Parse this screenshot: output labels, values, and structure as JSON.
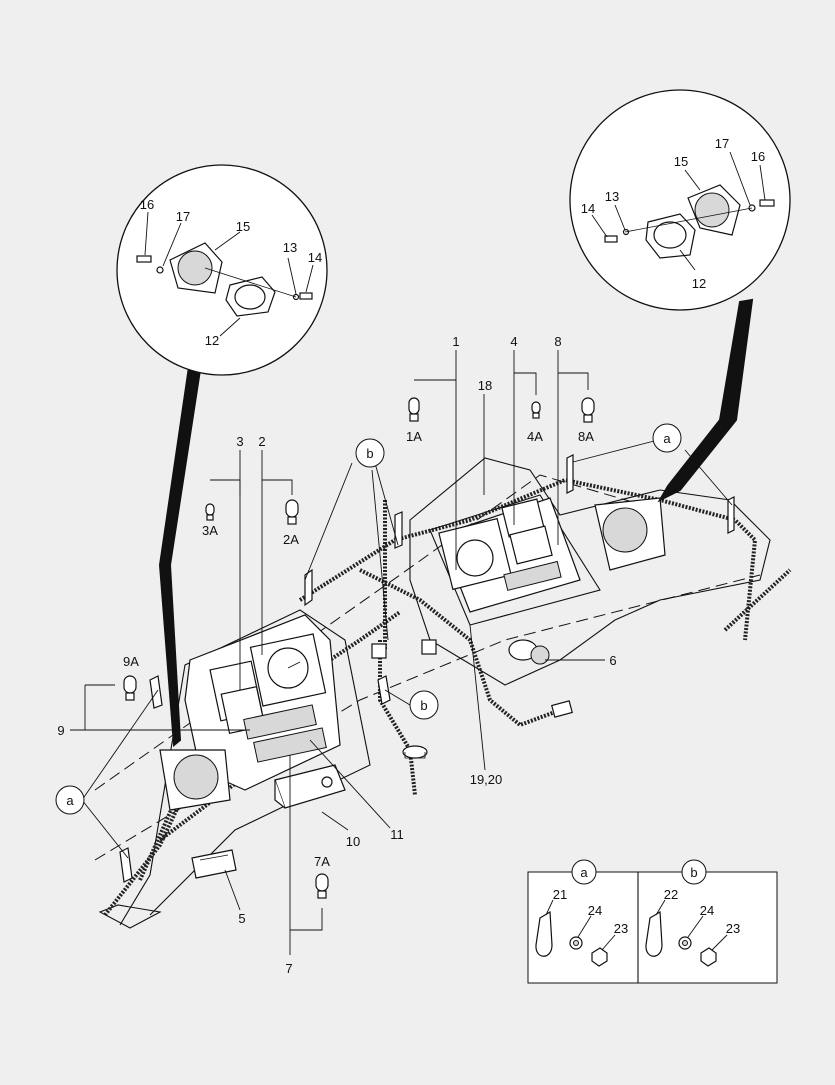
{
  "callouts": {
    "c1": "1",
    "c1A": "1A",
    "c2": "2",
    "c2A": "2A",
    "c3": "3",
    "c3A": "3A",
    "c4": "4",
    "c4A": "4A",
    "c5": "5",
    "c6": "6",
    "c7": "7",
    "c7A": "7A",
    "c8": "8",
    "c8A": "8A",
    "c9": "9",
    "c9A": "9A",
    "c10": "10",
    "c11": "11",
    "c18": "18",
    "c1920": "19,20"
  },
  "detail_left": {
    "c16": "16",
    "c17": "17",
    "c15": "15",
    "c13": "13",
    "c14": "14",
    "c12": "12"
  },
  "detail_right": {
    "c17": "17",
    "c16": "16",
    "c15": "15",
    "c13": "13",
    "c14": "14",
    "c12": "12"
  },
  "clip_refs": {
    "a": "a",
    "b": "b"
  },
  "legend": {
    "panel_a": {
      "tag": "a",
      "c21": "21",
      "c24": "24",
      "c23": "23"
    },
    "panel_b": {
      "tag": "b",
      "c22": "22",
      "c24": "24",
      "c23": "23"
    }
  }
}
